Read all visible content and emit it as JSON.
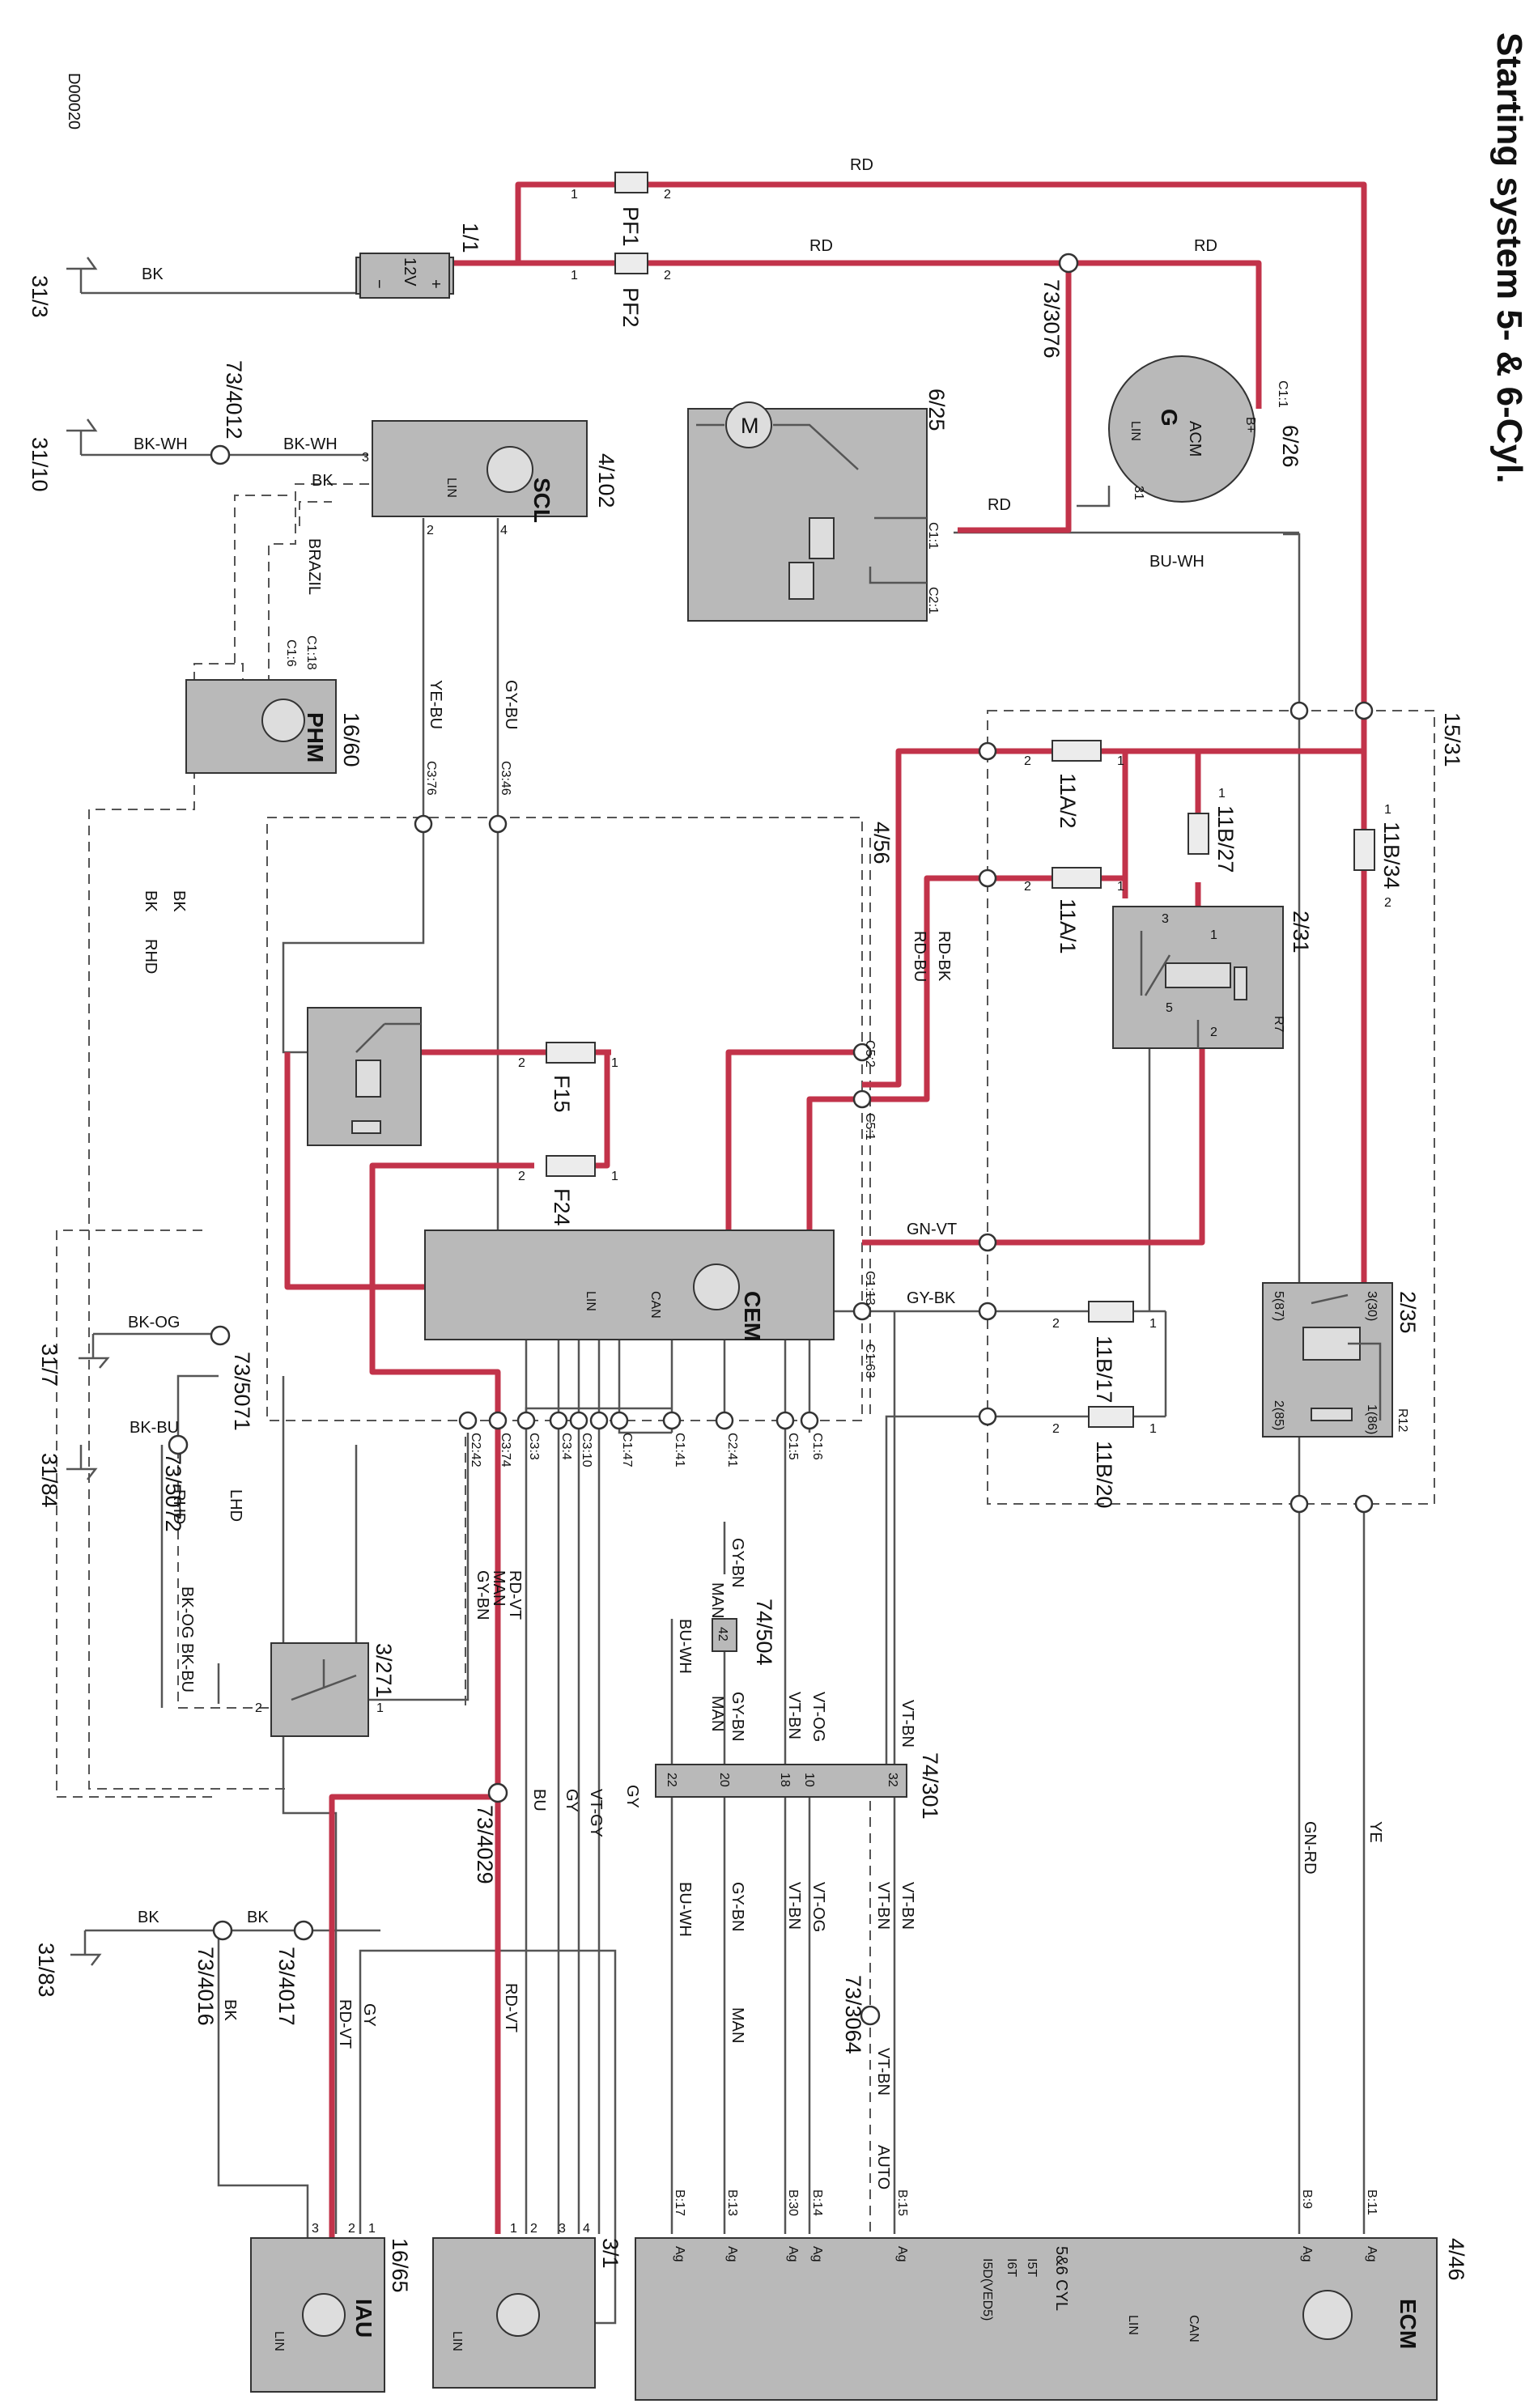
{
  "title": "Starting system 5- & 6-Cyl.",
  "diagram_code": "D00020",
  "components": {
    "battery": {
      "id": "1/1",
      "voltage": "12V",
      "minus": "−",
      "plus": "+"
    },
    "pf1": {
      "name": "PF1"
    },
    "pf2": {
      "name": "PF2"
    },
    "starter_motor": {
      "id": "6/25",
      "motor_symbol": "M",
      "pin_c1": "C1:1",
      "pin_c2": "C2:1"
    },
    "alternator": {
      "id": "6/26",
      "symbol": "G",
      "name": "ACM",
      "lin": "LIN",
      "pin_bplus": "B+",
      "pin_31": "31",
      "pin_c1": "C1:1"
    },
    "scl": {
      "id": "4/102",
      "name": "SCL",
      "lin": "LIN",
      "pin_2": "2",
      "pin_3": "3",
      "pin_4": "4"
    },
    "phm": {
      "id": "16/60",
      "name": "PHM",
      "pin_c16": "C1:6",
      "pin_c118": "C1:18"
    },
    "cem": {
      "id": "4/56",
      "name": "CEM",
      "lin": "LIN",
      "can": "CAN"
    },
    "fuse_f15": {
      "name": "F15"
    },
    "fuse_f24": {
      "name": "F24"
    },
    "fuse_11a2": {
      "name": "11A/2"
    },
    "fuse_11a1": {
      "name": "11A/1"
    },
    "fuse_11b27": {
      "name": "11B/27"
    },
    "fuse_11b34": {
      "name": "11B/34"
    },
    "fuse_11b17": {
      "name": "11B/17"
    },
    "fuse_11b20": {
      "name": "11B/20"
    },
    "relay_231": {
      "id": "2/31",
      "resistor": "R7"
    },
    "relay_235": {
      "id": "2/35",
      "resistor": "R12",
      "pin_330": "3(30)",
      "pin_587": "5(87)",
      "pin_285": "2(85)",
      "pin_186": "1(86)"
    },
    "fusebox": {
      "id": "15/31"
    },
    "switch_3271": {
      "id": "3/271"
    },
    "connector_74301": {
      "id": "74/301",
      "pins": [
        "32",
        "10",
        "18",
        "20",
        "22"
      ]
    },
    "connector_74504": {
      "id": "74/504",
      "pin": "42"
    },
    "ecm": {
      "id": "4/46",
      "name": "ECM",
      "can": "CAN",
      "lin": "LIN",
      "variant": "5&6 CYL",
      "i5t": "I5T",
      "i6t": "I6T",
      "i5d": "I5D(VED5)",
      "ag": "Ag"
    },
    "iau": {
      "id": "16/65",
      "name": "IAU",
      "lin": "LIN",
      "pin_1": "1",
      "pin_2": "2",
      "pin_3": "3"
    },
    "comp_31": {
      "id": "3/1",
      "lin": "LIN",
      "pins": [
        "1",
        "2",
        "3",
        "4"
      ]
    }
  },
  "grounds": [
    "31/3",
    "31/10",
    "31/7",
    "31/84",
    "31/83"
  ],
  "splices": [
    "73/3076",
    "73/4012",
    "73/5071",
    "73/5072",
    "73/4029",
    "73/4016",
    "73/4017",
    "73/3064"
  ],
  "wire_colors": [
    "RD",
    "BK",
    "BK-WH",
    "YE-BU",
    "GY-BU",
    "RD-BU",
    "RD-BK",
    "GN-VT",
    "GY-BK",
    "BU-WH",
    "BK-OG",
    "BK-BU",
    "GY-BN",
    "RD-VT",
    "BU",
    "GY",
    "VT-GY",
    "VT-OG",
    "VT-BN",
    "GN-RD",
    "YE"
  ],
  "labels": {
    "brazil": "BRAZIL",
    "lhd": "LHD",
    "rhd": "RHD",
    "man": "MAN",
    "auto": "AUTO",
    "cem_pins": [
      "C5:2",
      "C5:1",
      "C1:13",
      "C1:63",
      "C3:76",
      "C3:46",
      "C2:42",
      "C3:74",
      "C3:3",
      "C3:4",
      "C3:10",
      "C1:47",
      "C1:41",
      "C2:41",
      "C1:5",
      "C1:6"
    ],
    "ecm_pins": [
      "B:11",
      "B:9",
      "B:15",
      "B:14",
      "B:30",
      "B:13",
      "B:17"
    ]
  },
  "colors": {
    "hot_wire": "#c2334a",
    "component_fill": "#b9b9b9",
    "wire": "#555555"
  }
}
